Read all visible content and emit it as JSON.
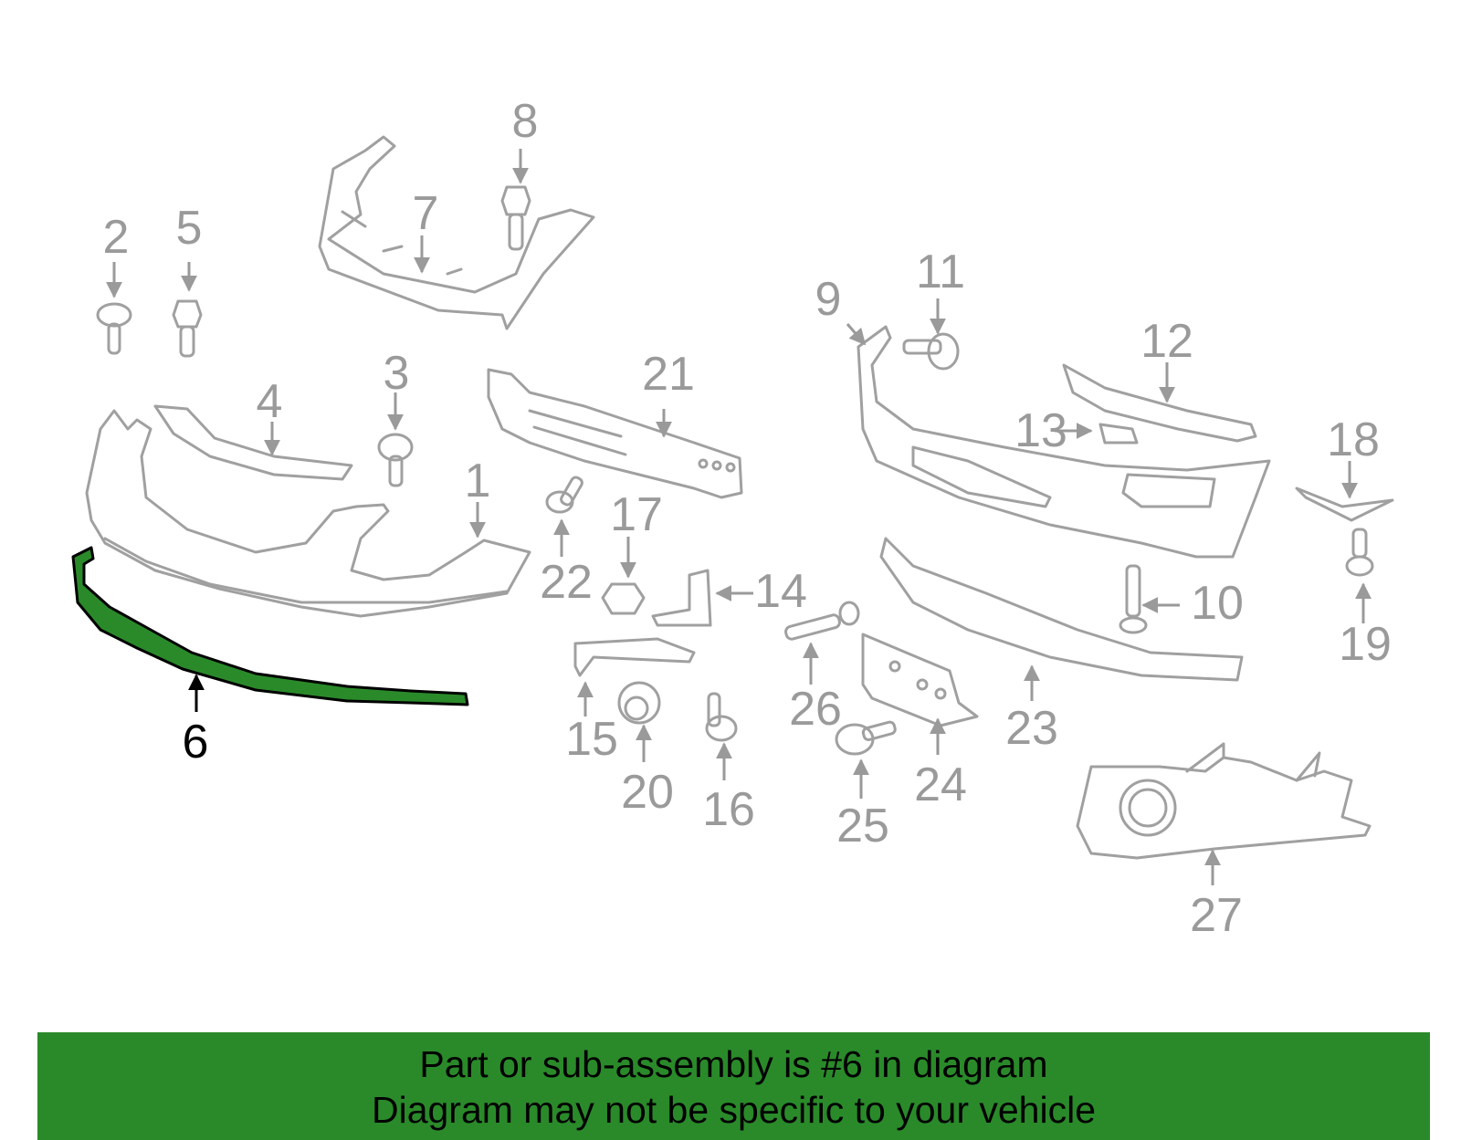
{
  "callouts": {
    "c1": "1",
    "c2": "2",
    "c3": "3",
    "c4": "4",
    "c5": "5",
    "c6": "6",
    "c7": "7",
    "c8": "8",
    "c9": "9",
    "c10": "10",
    "c11": "11",
    "c12": "12",
    "c13": "13",
    "c14": "14",
    "c15": "15",
    "c16": "16",
    "c17": "17",
    "c18": "18",
    "c19": "19",
    "c20": "20",
    "c21": "21",
    "c22": "22",
    "c23": "23",
    "c24": "24",
    "c25": "25",
    "c26": "26",
    "c27": "27"
  },
  "highlighted_part": "6",
  "colors": {
    "part_outline": "#a0a0a0",
    "highlight_fill": "#2a8a2a",
    "highlight_stroke": "#000000",
    "caption_bg": "#2a8a2a"
  },
  "caption": {
    "line1": "Part or sub-assembly is #6 in diagram",
    "line2": "Diagram may not be specific to your vehicle"
  }
}
